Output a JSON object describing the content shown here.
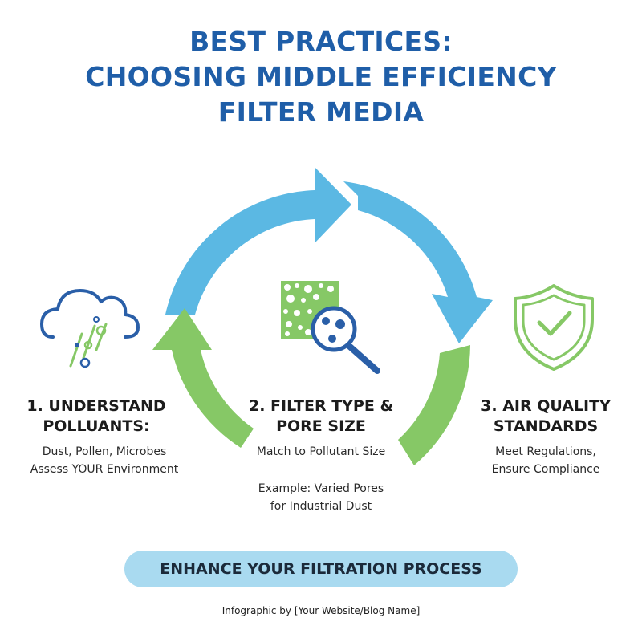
{
  "title": {
    "line1": "BEST PRACTICES:",
    "line2": "CHOOSING MIDDLE EFFICIENCY",
    "line3": "FILTER MEDIA"
  },
  "colors": {
    "title_blue": "#1f5ea8",
    "arrow_blue": "#5bb8e3",
    "arrow_green": "#86c866",
    "icon_blue": "#2a5fa8",
    "icon_green": "#86c866",
    "banner_bg": "#a9daf0"
  },
  "steps": [
    {
      "icon": "cloud-pollutant-icon",
      "title_line1": "1. UNDERSTAND",
      "title_line2": "POLLUANTS:",
      "desc_line1": "Dust, Pollen, Microbes",
      "desc_line2": "Assess YOUR Environment"
    },
    {
      "icon": "filter-magnifier-icon",
      "title_line1": "2. FILTER TYPE &",
      "title_line2": "PORE SIZE",
      "desc_line1": "Match to Pollutant Size",
      "example_line1": "Example: Varied Pores",
      "example_line2": "for Industrial Dust"
    },
    {
      "icon": "shield-check-icon",
      "title_line1": "3. AIR QUALITY",
      "title_line2": "STANDARDS",
      "desc_line1": "Meet Regulations,",
      "desc_line2": "Ensure Compliance"
    }
  ],
  "banner": {
    "label": "ENHANCE YOUR FILTRATION PROCESS"
  },
  "credit": "Infographic by [Your Website/Blog Name]"
}
